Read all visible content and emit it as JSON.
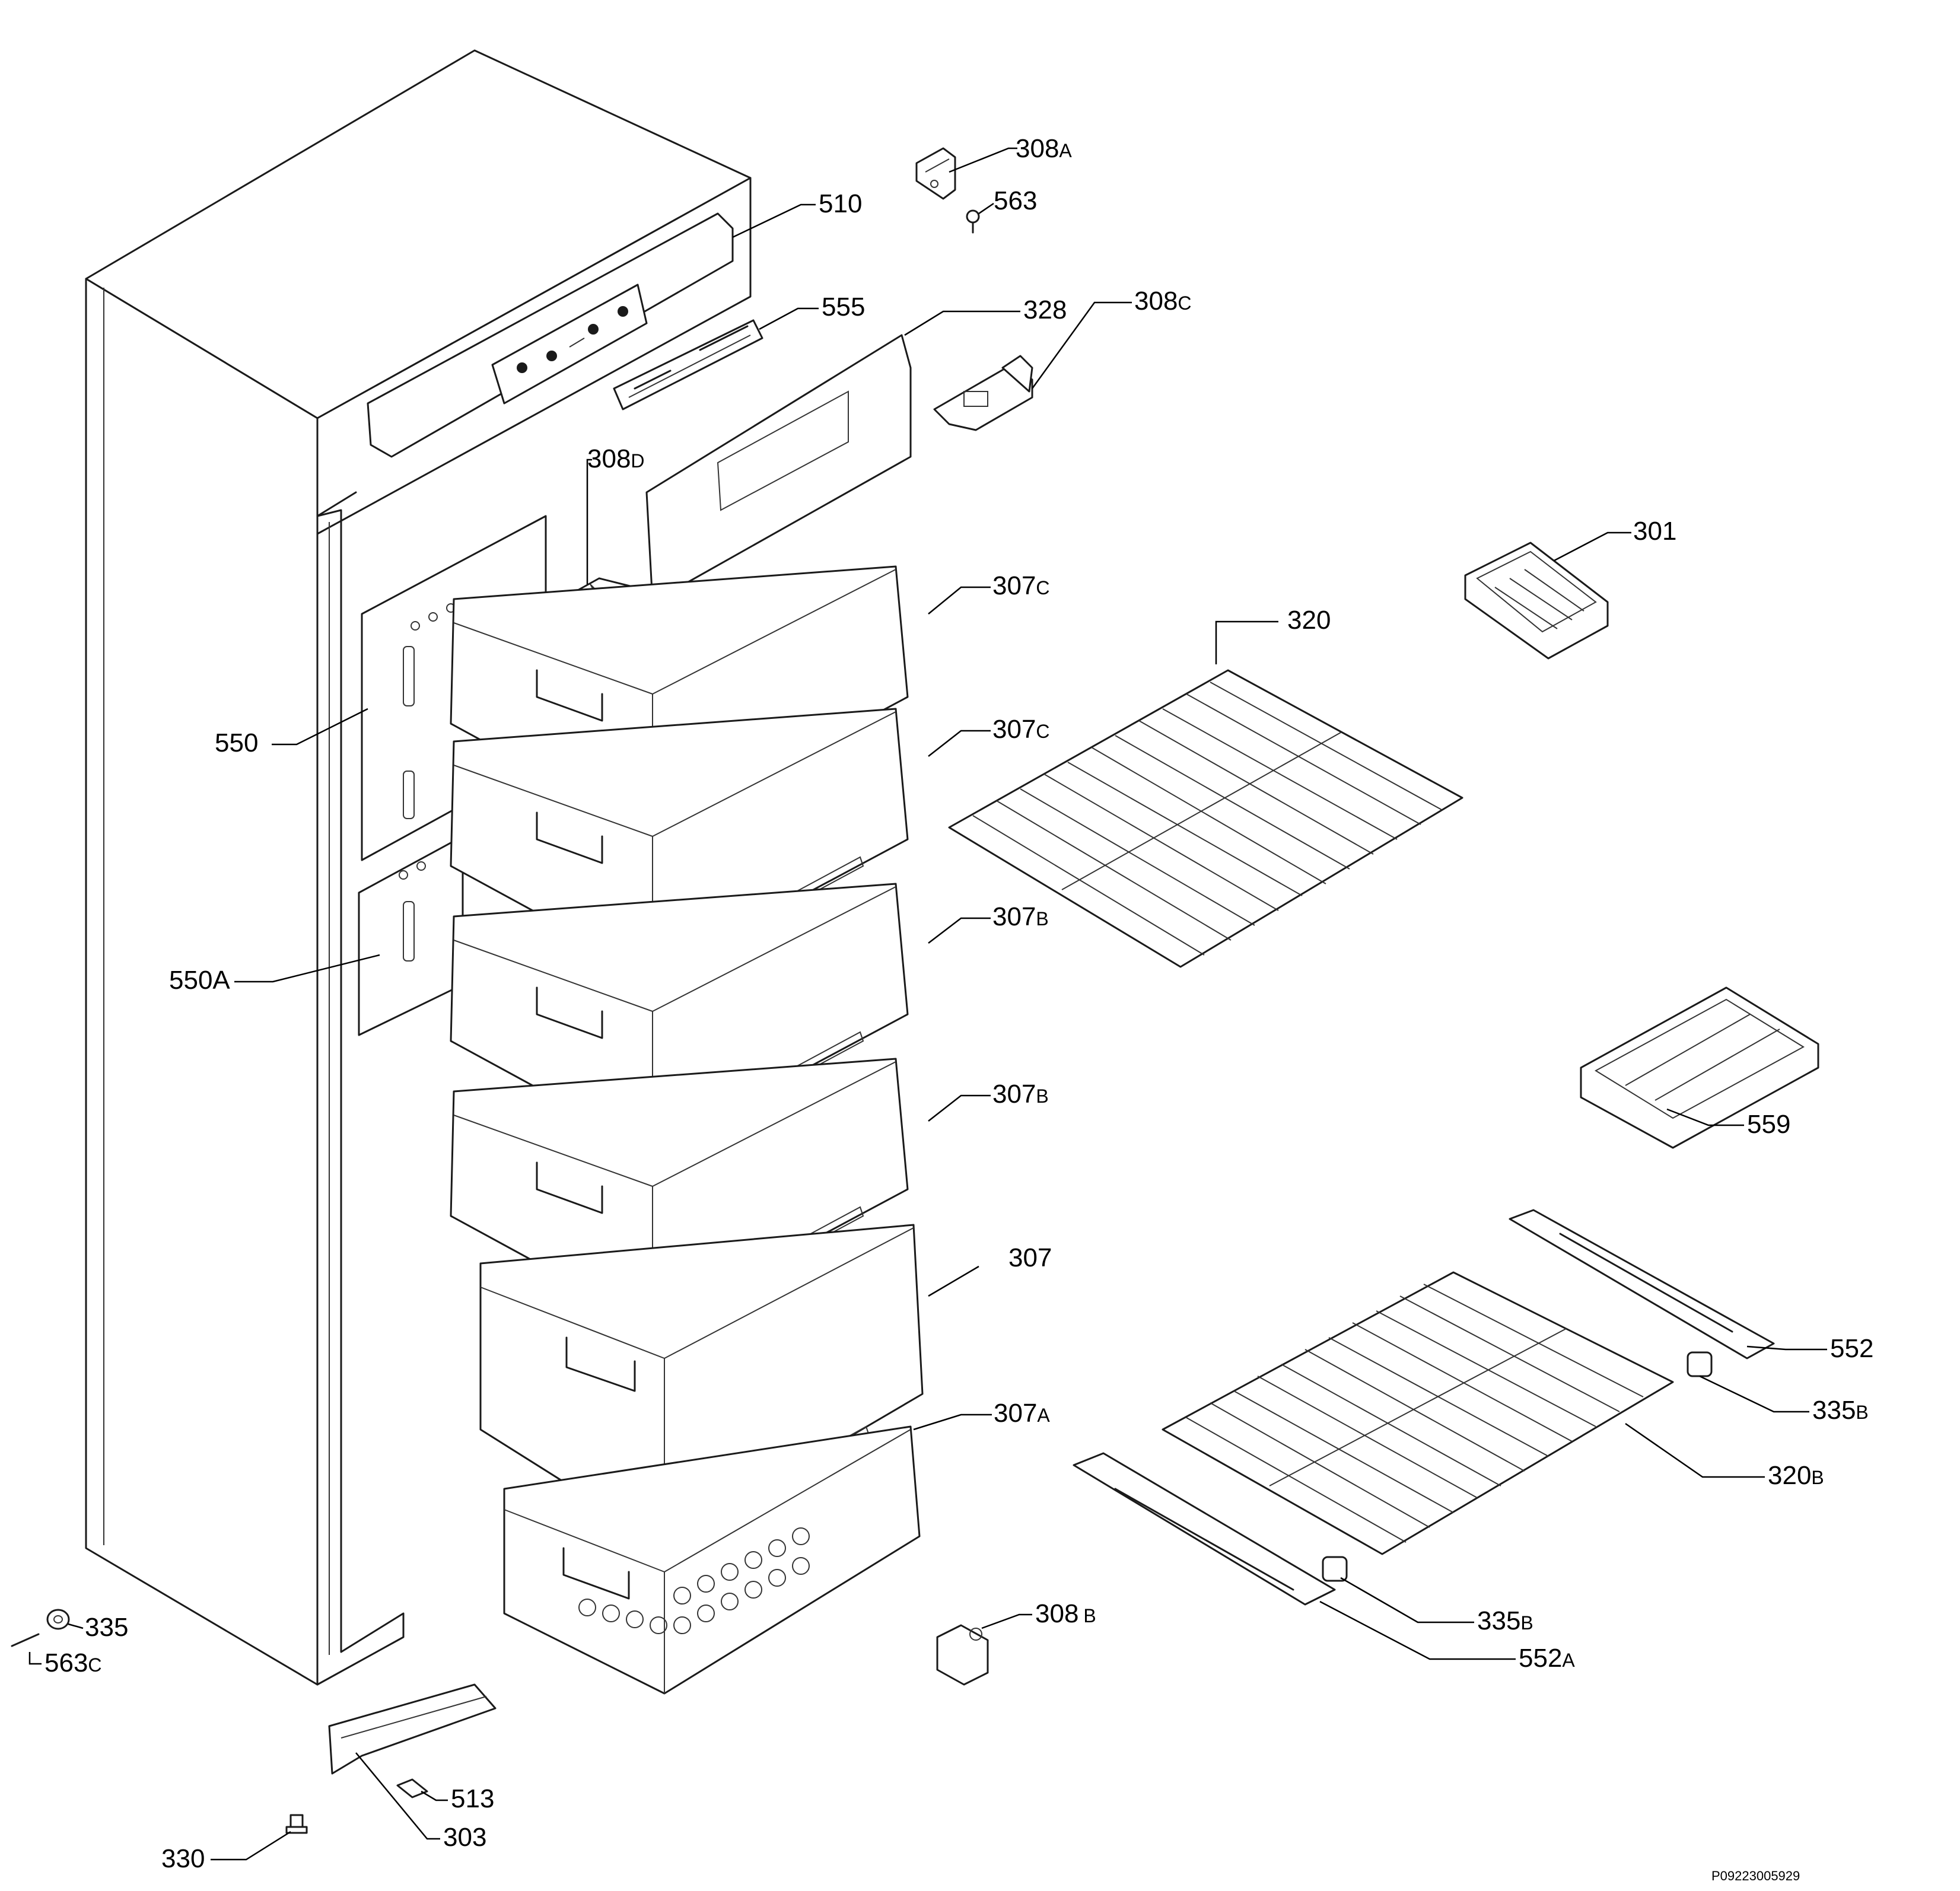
{
  "diagram": {
    "kind": "exploded parts diagram (upright freezer cabinet)",
    "reference_code": "P09223005929",
    "callouts": [
      {
        "id": "308A",
        "number": "308",
        "suffix": "A"
      },
      {
        "id": "563",
        "number": "563",
        "suffix": ""
      },
      {
        "id": "510",
        "number": "510",
        "suffix": ""
      },
      {
        "id": "555",
        "number": "555",
        "suffix": ""
      },
      {
        "id": "328",
        "number": "328",
        "suffix": ""
      },
      {
        "id": "308C",
        "number": "308",
        "suffix": "C"
      },
      {
        "id": "308D",
        "number": "308",
        "suffix": "D"
      },
      {
        "id": "301",
        "number": "301",
        "suffix": ""
      },
      {
        "id": "307C-upper",
        "number": "307",
        "suffix": "C"
      },
      {
        "id": "320",
        "number": "320",
        "suffix": ""
      },
      {
        "id": "550",
        "number": "550",
        "suffix": ""
      },
      {
        "id": "307C-lower",
        "number": "307",
        "suffix": "C"
      },
      {
        "id": "307B-upper",
        "number": "307",
        "suffix": "B"
      },
      {
        "id": "550A",
        "number": "550A",
        "suffix": ""
      },
      {
        "id": "307B-lower",
        "number": "307",
        "suffix": "B"
      },
      {
        "id": "559",
        "number": "559",
        "suffix": ""
      },
      {
        "id": "307",
        "number": "307",
        "suffix": ""
      },
      {
        "id": "552",
        "number": "552",
        "suffix": ""
      },
      {
        "id": "335B-right",
        "number": "335",
        "suffix": "B"
      },
      {
        "id": "307A",
        "number": "307",
        "suffix": "A"
      },
      {
        "id": "320B",
        "number": "320",
        "suffix": "B"
      },
      {
        "id": "308B",
        "number": "308",
        "suffix": "B"
      },
      {
        "id": "335B-lower",
        "number": "335",
        "suffix": "B"
      },
      {
        "id": "552A",
        "number": "552",
        "suffix": "A"
      },
      {
        "id": "335",
        "number": "335",
        "suffix": ""
      },
      {
        "id": "563C",
        "number": "563",
        "suffix": "C"
      },
      {
        "id": "513",
        "number": "513",
        "suffix": ""
      },
      {
        "id": "303",
        "number": "303",
        "suffix": ""
      },
      {
        "id": "330",
        "number": "330",
        "suffix": ""
      }
    ]
  }
}
